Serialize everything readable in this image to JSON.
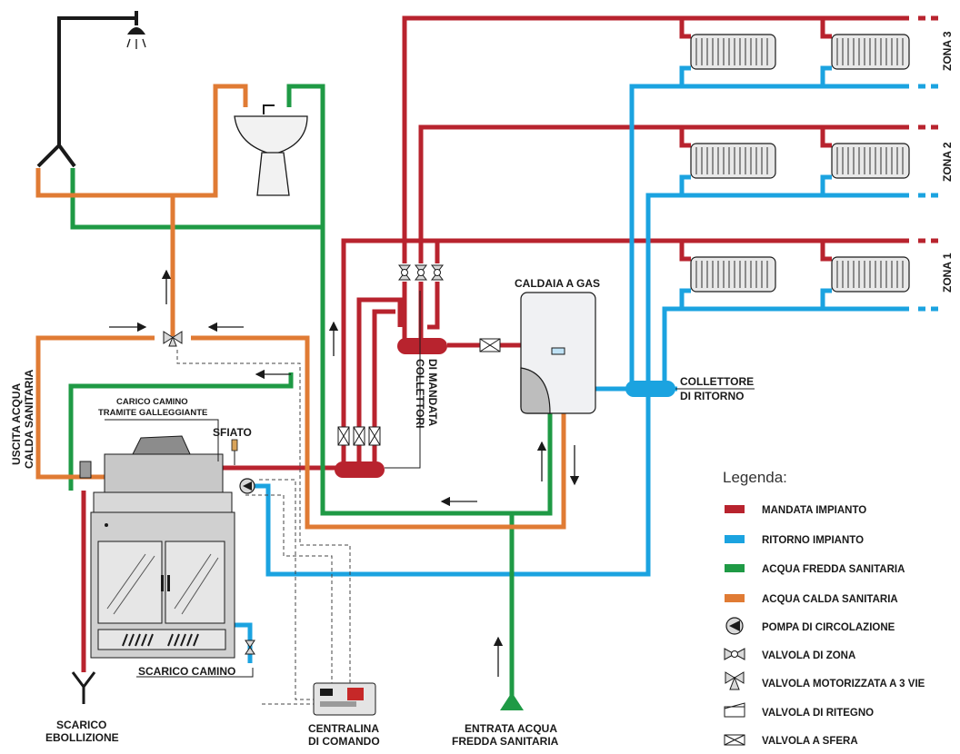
{
  "labels": {
    "caldaia": "CALDAIA A GAS",
    "collettori_mandata_1": "COLLETTORI",
    "collettori_mandata_2": "DI MANDATA",
    "collettore_ritorno_1": "COLLETTORE",
    "collettore_ritorno_2": "DI RITORNO",
    "carico_1": "CARICO CAMINO",
    "carico_2": "TRAMITE GALLEGGIANTE",
    "sfiato": "SFIATO",
    "uscita_1": "USCITA ACQUA",
    "uscita_2": "CALDA SANITARIA",
    "scarico_camino": "SCARICO CAMINO",
    "scarico_ebollizione_1": "SCARICO",
    "scarico_ebollizione_2": "EBOLLIZIONE",
    "centralina_1": "CENTRALINA",
    "centralina_2": "DI COMANDO",
    "entrata_1": "ENTRATA ACQUA",
    "entrata_2": "FREDDA SANITARIA",
    "zona3": "ZONA 3",
    "zona2": "ZONA 2",
    "zona1": "ZONA 1"
  },
  "legend": {
    "title": "Legenda:",
    "items": [
      {
        "label": "MANDATA IMPIANTO",
        "icon": "swatch-red",
        "color": "#b8232e"
      },
      {
        "label": "RITORNO IMPIANTO",
        "icon": "swatch-blue",
        "color": "#1ba3e0"
      },
      {
        "label": "ACQUA FREDDA SANITARIA",
        "icon": "swatch-green",
        "color": "#1f9a45"
      },
      {
        "label": "ACQUA CALDA SANITARIA",
        "icon": "swatch-orange",
        "color": "#e07b34"
      },
      {
        "label": "POMPA DI CIRCOLAZIONE",
        "icon": "pump-icon"
      },
      {
        "label": "VALVOLA DI ZONA",
        "icon": "zone-valve-icon"
      },
      {
        "label": "VALVOLA MOTORIZZATA A 3 VIE",
        "icon": "three-way-valve-icon"
      },
      {
        "label": "VALVOLA DI RITEGNO",
        "icon": "check-valve-icon"
      },
      {
        "label": "VALVOLA A SFERA",
        "icon": "ball-valve-icon"
      }
    ]
  }
}
